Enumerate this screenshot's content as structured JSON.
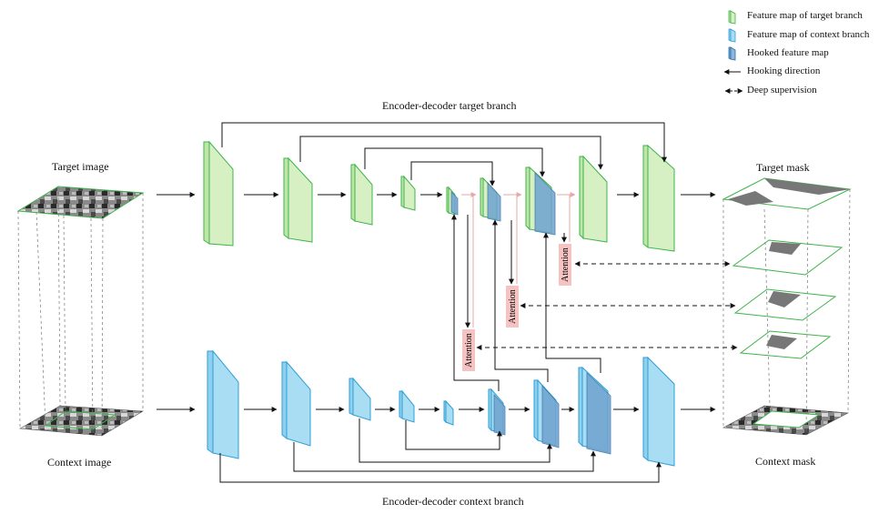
{
  "legend": {
    "target_map": "Feature map of target branch",
    "context_map": "Feature map of context branch",
    "hooked_map": "Hooked feature map",
    "hooking": "Hooking direction",
    "deep_supervision": "Deep supervision"
  },
  "titles": {
    "target_branch": "Encoder-decoder target branch",
    "context_branch": "Encoder-decoder context branch"
  },
  "images": {
    "target_image": "Target image",
    "context_image": "Context image",
    "target_mask": "Target mask",
    "context_mask": "Context mask"
  },
  "attention_label": "Attention",
  "colors": {
    "target_fill": "#d6f0c4",
    "target_stroke": "#3fb34a",
    "context_fill": "#a8ddf3",
    "context_stroke": "#2e9fd6",
    "hooked_fill": "#6fa3cf",
    "attention_bg": "#f6c3c3",
    "hook_arrow_light": "#e6a8a8"
  }
}
